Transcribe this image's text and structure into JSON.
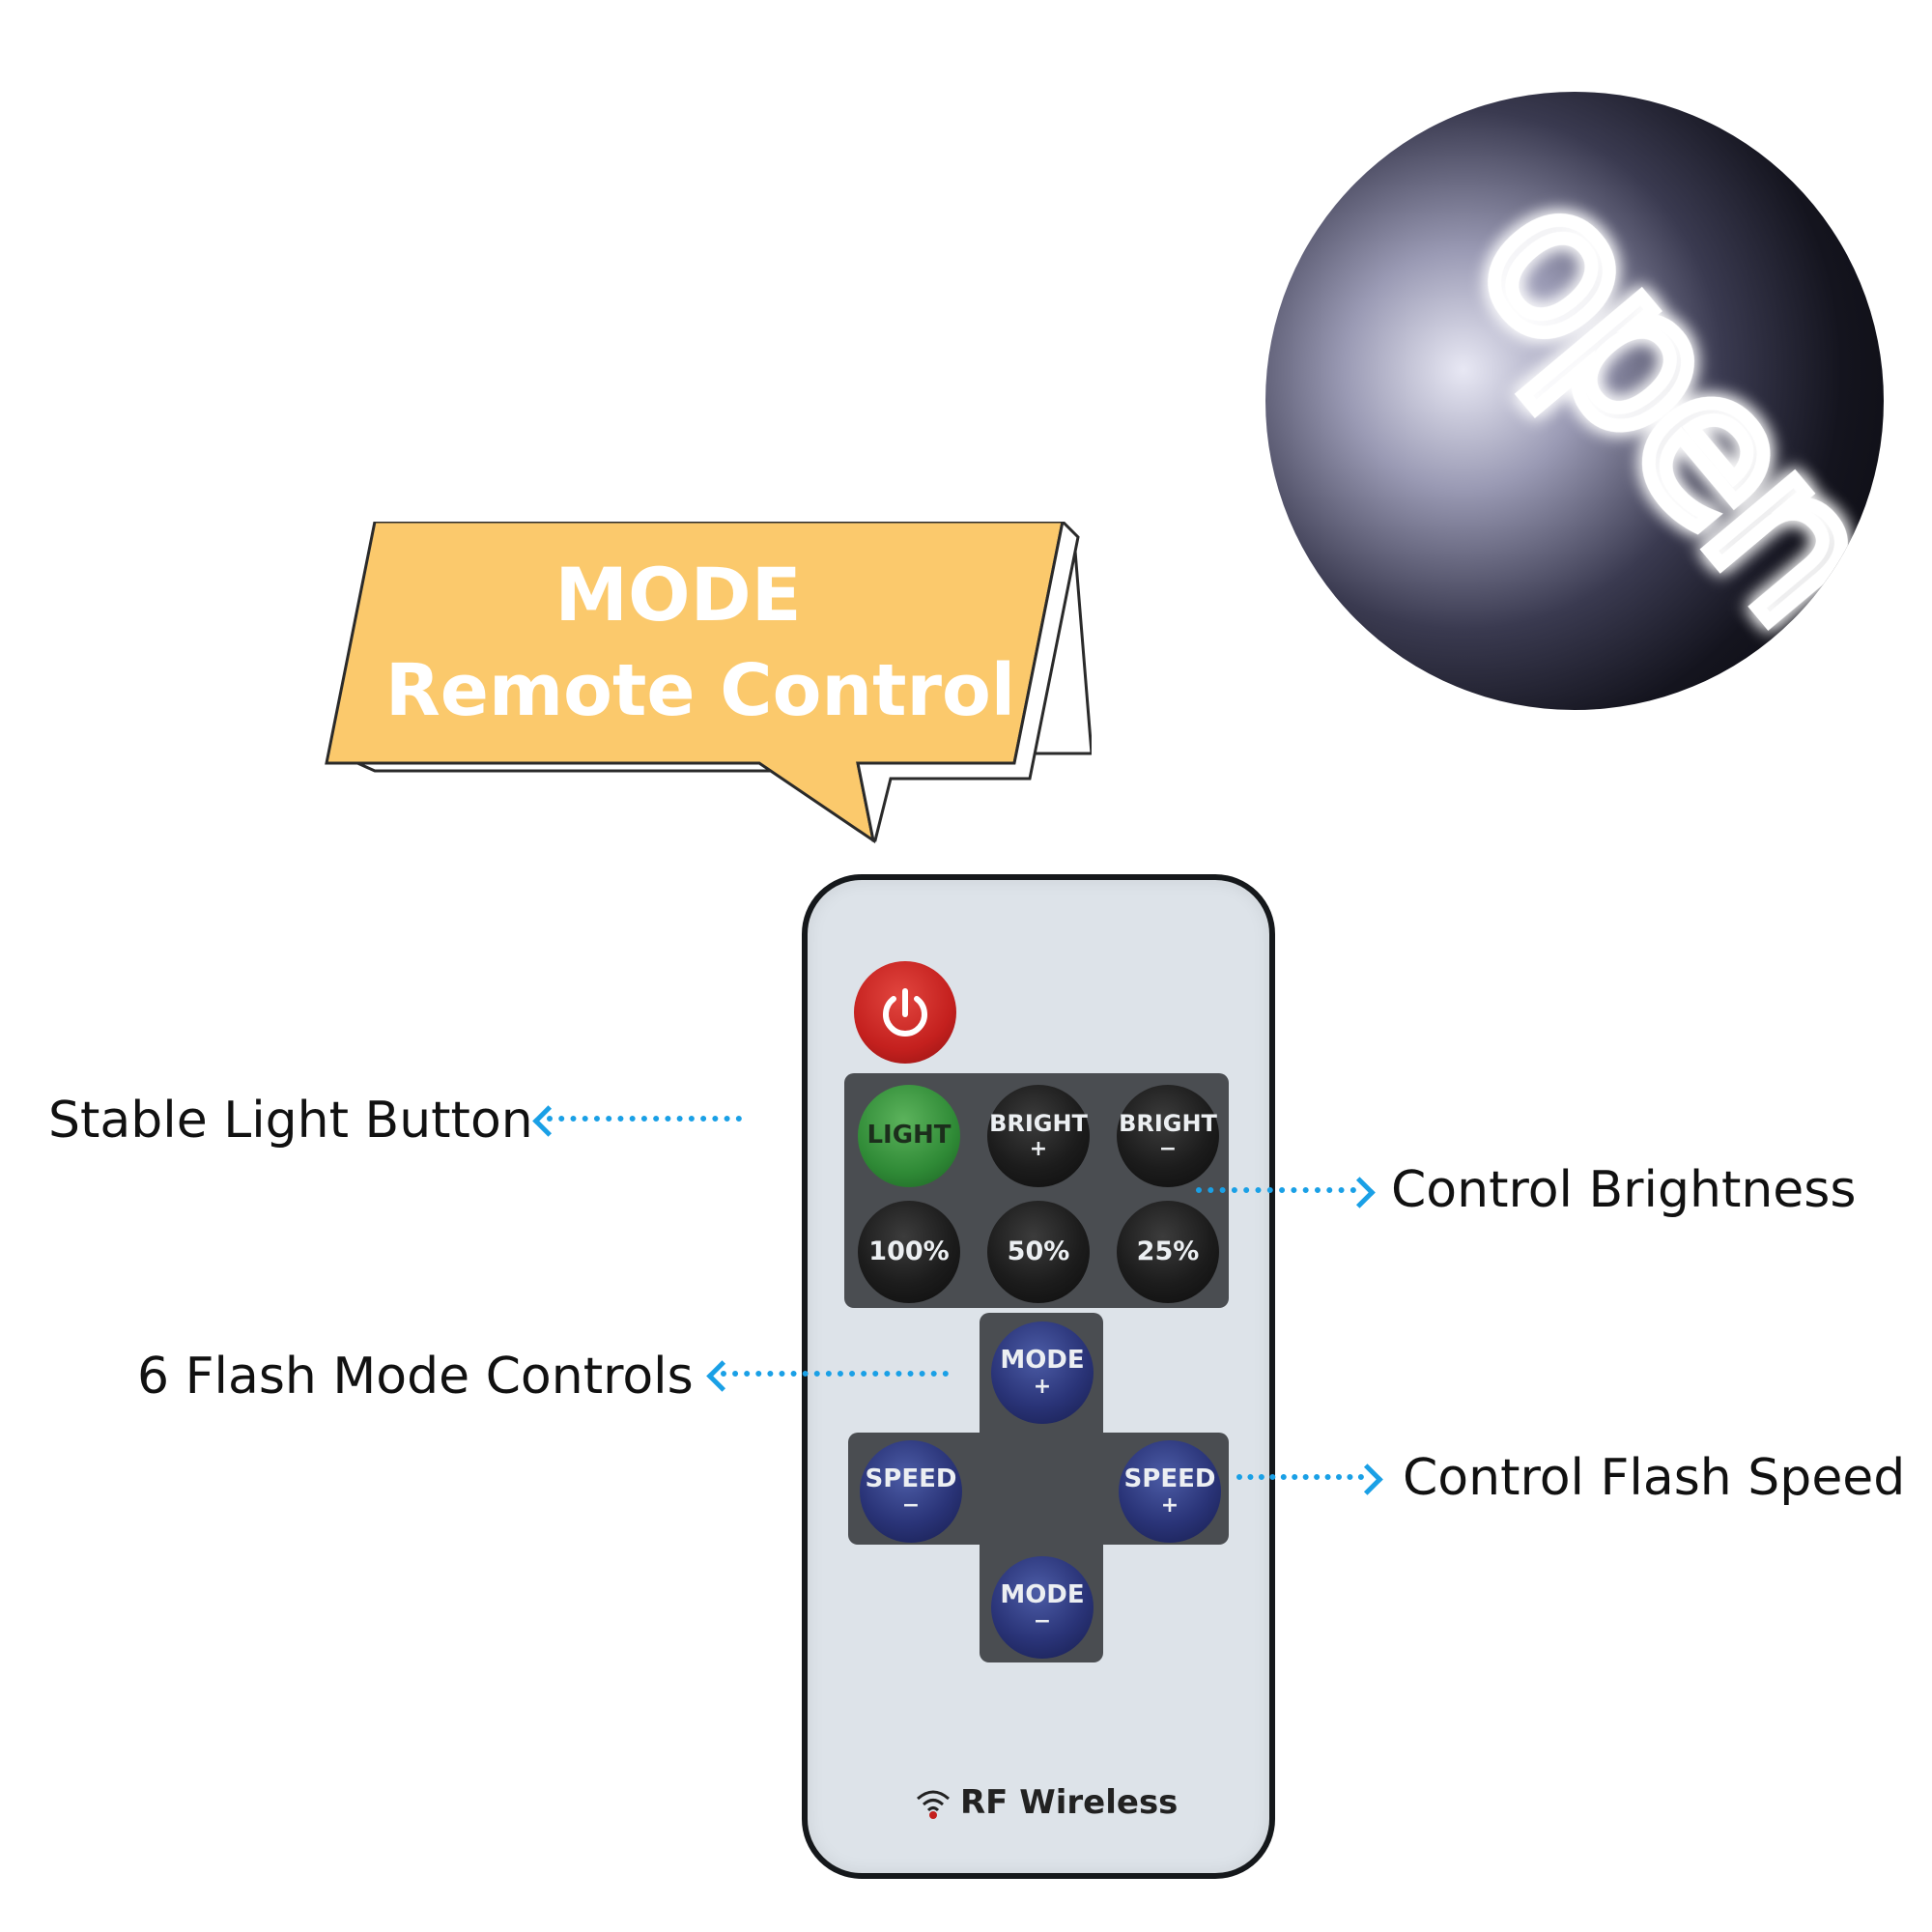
{
  "neon_sign": {
    "text": "open"
  },
  "bubble": {
    "line1": "MODE",
    "line2": "Remote Control",
    "fill_color": "#fbc96c",
    "text_color": "#ffffff"
  },
  "remote": {
    "buttons": {
      "light": "LIGHT",
      "bright_plus": {
        "label": "BRIGHT",
        "sign": "+"
      },
      "bright_minus": {
        "label": "BRIGHT",
        "sign": "−"
      },
      "pct_100": "100%",
      "pct_50": "50%",
      "pct_25": "25%",
      "mode_plus": {
        "label": "MODE",
        "sign": "+"
      },
      "mode_minus": {
        "label": "MODE",
        "sign": "−"
      },
      "speed_minus": {
        "label": "SPEED",
        "sign": "−"
      },
      "speed_plus": {
        "label": "SPEED",
        "sign": "+"
      }
    },
    "footer": "RF Wireless"
  },
  "callouts": {
    "stable_light": "Stable Light Button",
    "brightness": "Control Brightness",
    "flash_mode": "6 Flash Mode Controls",
    "flash_speed": "Control Flash Speed"
  },
  "colors": {
    "arrow": "#1aa0e6",
    "power_button": "#c4201e",
    "light_button": "#2f8a36",
    "mode_buttons": "#2a3478"
  }
}
